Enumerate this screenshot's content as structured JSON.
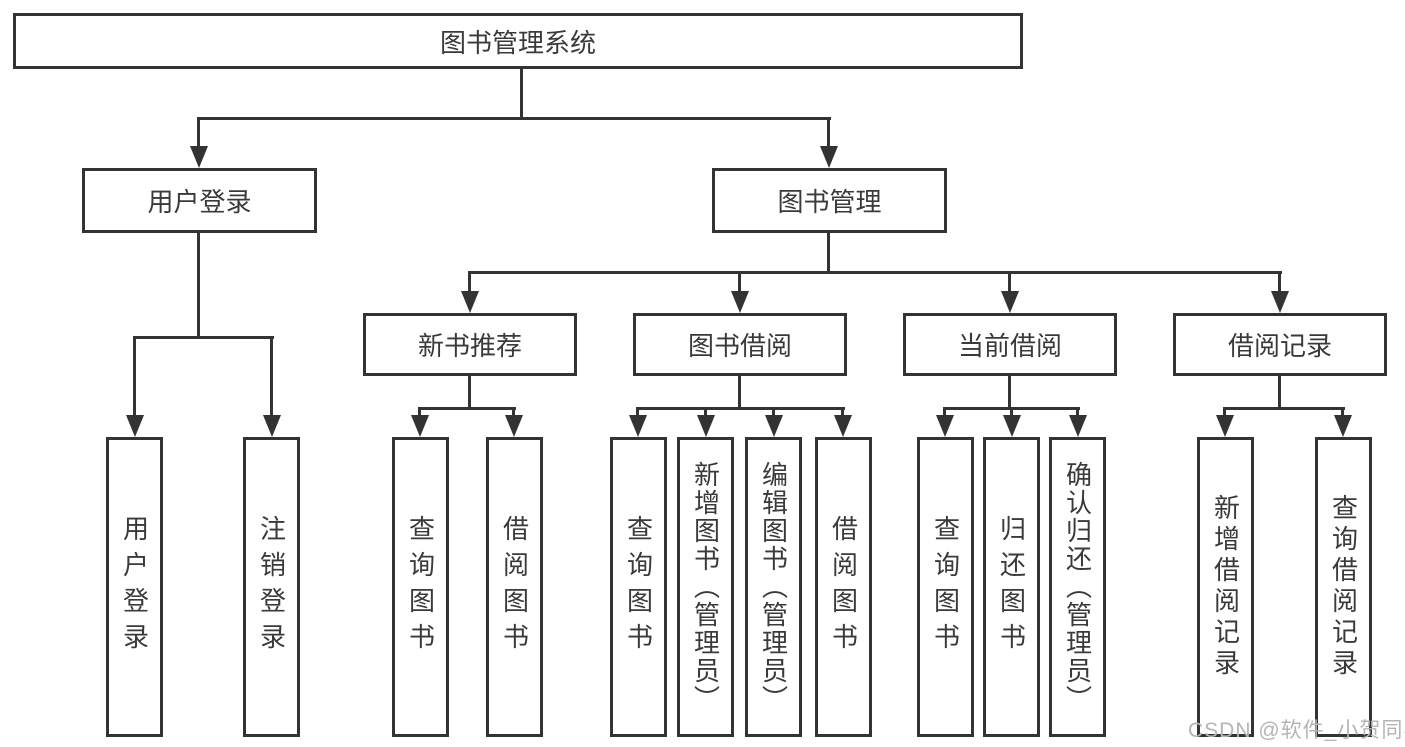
{
  "diagram": {
    "root": {
      "label": "图书管理系统"
    },
    "level2": [
      {
        "id": "user-login",
        "label": "用户登录"
      },
      {
        "id": "book-management",
        "label": "图书管理"
      }
    ],
    "level3": [
      {
        "id": "new-book-recommend",
        "parent": "图书管理",
        "label": "新书推荐"
      },
      {
        "id": "book-borrow",
        "parent": "图书管理",
        "label": "图书借阅"
      },
      {
        "id": "current-borrow",
        "parent": "图书管理",
        "label": "当前借阅"
      },
      {
        "id": "borrow-records",
        "parent": "图书管理",
        "label": "借阅记录"
      }
    ],
    "leaves": [
      {
        "parent": "用户登录",
        "label": "用户登录"
      },
      {
        "parent": "用户登录",
        "label": "注销登录"
      },
      {
        "parent": "新书推荐",
        "label": "查询图书"
      },
      {
        "parent": "新书推荐",
        "label": "借阅图书"
      },
      {
        "parent": "图书借阅",
        "label": "查询图书"
      },
      {
        "parent": "图书借阅",
        "label": "新增图书（管理员）"
      },
      {
        "parent": "图书借阅",
        "label": "编辑图书（管理员）"
      },
      {
        "parent": "图书借阅",
        "label": "借阅图书"
      },
      {
        "parent": "当前借阅",
        "label": "查询图书"
      },
      {
        "parent": "当前借阅",
        "label": "归还图书"
      },
      {
        "parent": "当前借阅",
        "label": "确认归还（管理员）"
      },
      {
        "parent": "借阅记录",
        "label": "新增借阅记录"
      },
      {
        "parent": "借阅记录",
        "label": "查询借阅记录"
      }
    ],
    "watermark": "CSDN @软件_小贺同学",
    "colors": {
      "line": "#333333",
      "text": "#3a3a3a",
      "background": "#ffffff",
      "watermark": "#b5b5b5"
    }
  }
}
